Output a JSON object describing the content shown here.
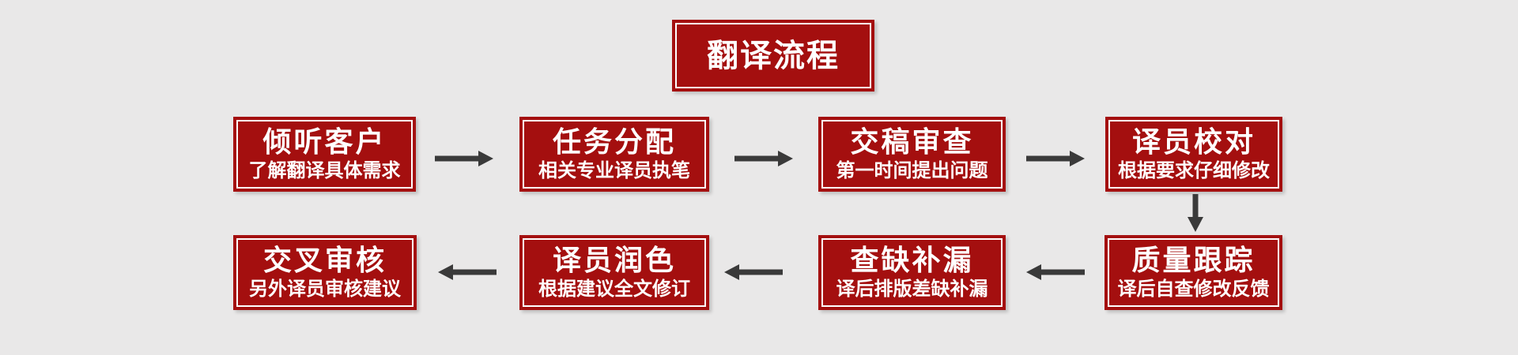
{
  "title": {
    "label": "翻译流程"
  },
  "steps": [
    {
      "id": "listen",
      "title": "倾听客户",
      "subtitle": "了解翻译具体需求"
    },
    {
      "id": "assign",
      "title": "任务分配",
      "subtitle": "相关专业译员执笔"
    },
    {
      "id": "review",
      "title": "交稿审查",
      "subtitle": "第一时间提出问题"
    },
    {
      "id": "proofread",
      "title": "译员校对",
      "subtitle": "根据要求仔细修改"
    },
    {
      "id": "quality",
      "title": "质量跟踪",
      "subtitle": "译后自查修改反馈"
    },
    {
      "id": "gapcheck",
      "title": "查缺补漏",
      "subtitle": "译后排版差缺补漏"
    },
    {
      "id": "polish",
      "title": "译员润色",
      "subtitle": "根据建议全文修订"
    },
    {
      "id": "crosscheck",
      "title": "交叉审核",
      "subtitle": "另外译员审核建议"
    }
  ],
  "connectors": [
    {
      "from": "倾听客户",
      "to": "任务分配",
      "direction": "right"
    },
    {
      "from": "任务分配",
      "to": "交稿审查",
      "direction": "right"
    },
    {
      "from": "交稿审查",
      "to": "译员校对",
      "direction": "right"
    },
    {
      "from": "译员校对",
      "to": "质量跟踪",
      "direction": "down"
    },
    {
      "from": "质量跟踪",
      "to": "查缺补漏",
      "direction": "left"
    },
    {
      "from": "查缺补漏",
      "to": "译员润色",
      "direction": "left"
    },
    {
      "from": "译员润色",
      "to": "交叉审核",
      "direction": "left"
    }
  ],
  "colors": {
    "box_red": "#a40f0f",
    "inner_border_white": "#ffffff",
    "text_white": "#ffffff",
    "arrow_gray": "#3a3a3a",
    "page_background": "#e9e8e8"
  }
}
